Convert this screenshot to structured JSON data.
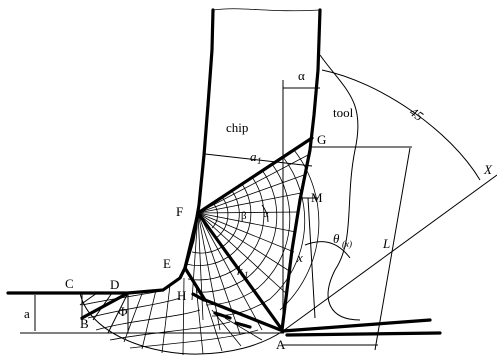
{
  "labels": {
    "chip": "chip",
    "tool": "tool",
    "angle_45": "45",
    "alpha_top": "α",
    "alpha_fan": "α",
    "beta": "β",
    "theta": "θ",
    "theta_sub": "(x)",
    "a1": "a",
    "a1_sub": "1",
    "k1": "k",
    "k1_sub": "1",
    "phi": "Φ",
    "a": "a",
    "x_dim": "x",
    "L": "L",
    "X_axis": "X",
    "A": "A",
    "B": "B",
    "C": "C",
    "D": "D",
    "E": "E",
    "F": "F",
    "G": "G",
    "H": "H",
    "M": "M"
  }
}
